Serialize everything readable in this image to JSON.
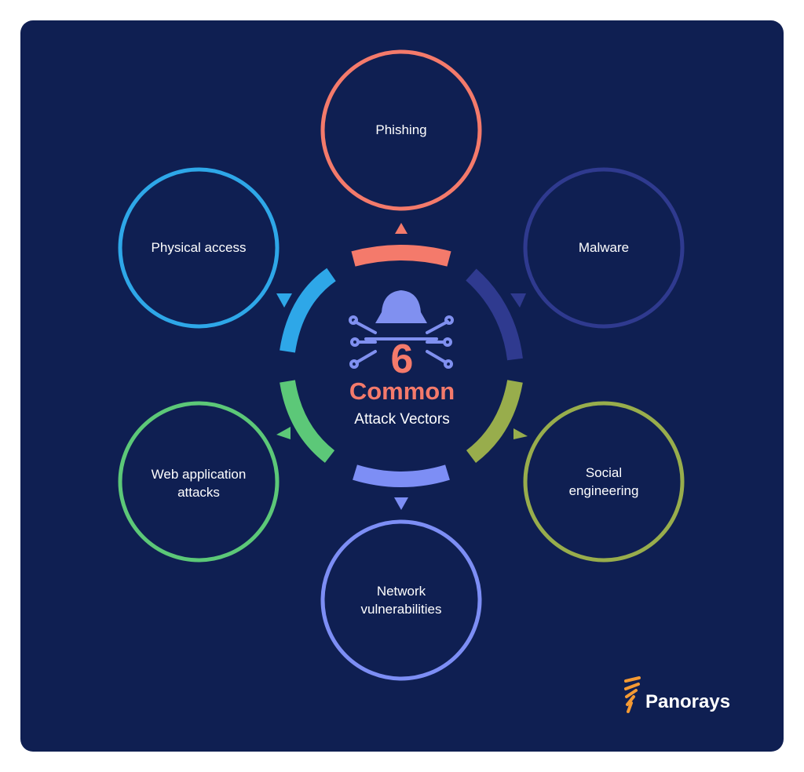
{
  "center": {
    "number": "6",
    "title": "Common",
    "subtitle": "Attack Vectors"
  },
  "vectors": [
    {
      "label": "Phishing",
      "color": "#f47a6b"
    },
    {
      "label": "Malware",
      "color": "#2f3a8f"
    },
    {
      "label": "Social engineering",
      "color": "#98ad4c"
    },
    {
      "label": "Network vulnerabilities",
      "color": "#7d8ef5"
    },
    {
      "label": "Web application attacks",
      "color": "#5cc878"
    },
    {
      "label": "Physical access",
      "color": "#2ea7e8"
    }
  ],
  "colors": {
    "background": "#0f1f52",
    "hacker_icon": "#8090f0"
  },
  "brand": {
    "name": "Panorays",
    "mark_color": "#f59a33"
  }
}
